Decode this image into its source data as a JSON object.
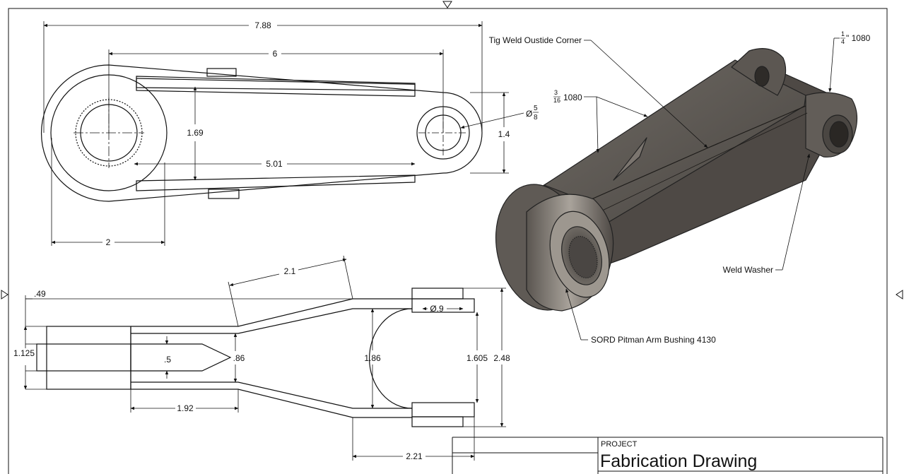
{
  "top_view": {
    "dims": {
      "overall_length": "7.88",
      "center_distance": "6",
      "eye_height": "1.69",
      "flange_length": "5.01",
      "small_end_height": "1.4",
      "large_end_offset": "2"
    },
    "hole": {
      "prefix": "Ø",
      "num": "5",
      "den": "8"
    }
  },
  "side_view": {
    "dims": {
      "top_offset": ".49",
      "angled_length": "2.1",
      "hole_dia": "Ø.9",
      "slot": ".5",
      "tip": ".86",
      "fork_inner": "1.86",
      "fork_gap": "1.605",
      "fork_outer": "2.48",
      "end_height": "1.125",
      "tip_length": "1.92",
      "fork_length": "2.21"
    }
  },
  "callouts": {
    "tig_weld": "Tig Weld Oustide Corner",
    "plate_3_16": {
      "num": "3",
      "den": "16",
      "text": "1080"
    },
    "plate_1_4": {
      "num": "1",
      "den": "4",
      "text": "\" 1080"
    },
    "weld_washer": "Weld Washer",
    "bushing": "SORD Pitman Arm Bushing 4130"
  },
  "title_block": {
    "project_label": "PROJECT",
    "project_title": "Fabrication Drawing"
  },
  "colors": {
    "line": "#111111",
    "part_dark": "#55504b",
    "part_mid": "#6f6a64",
    "part_light": "#8e8881"
  }
}
